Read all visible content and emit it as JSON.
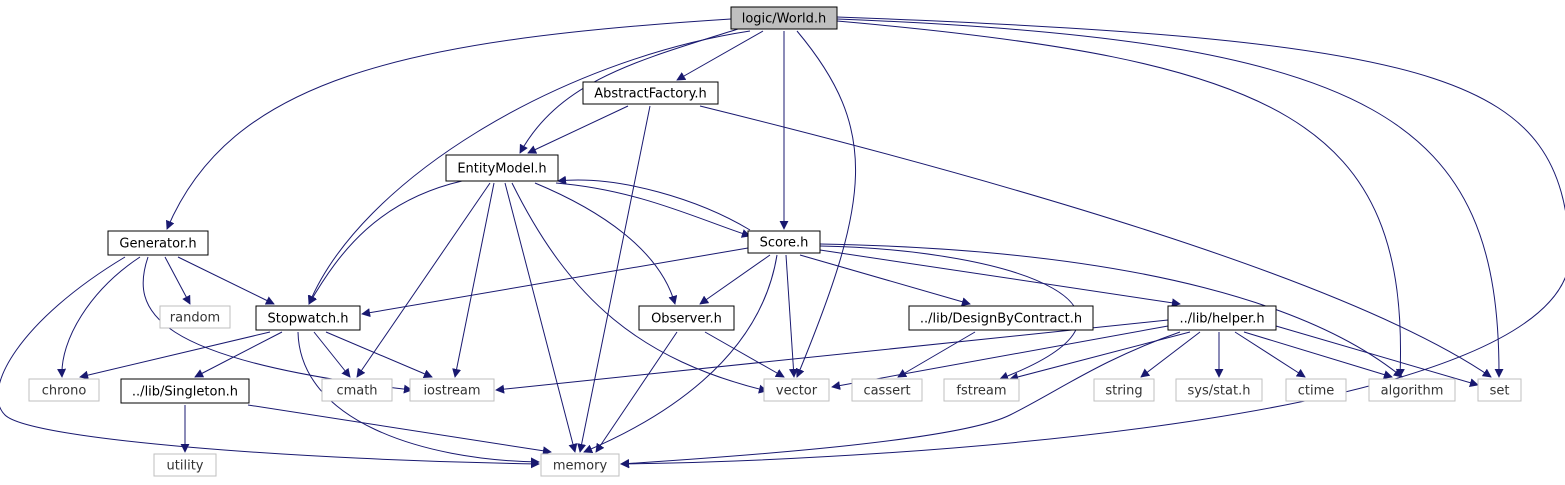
{
  "diagram": {
    "title": "logic/World.h",
    "colors": {
      "edge": "#191970",
      "root_fill": "#bfbfbf",
      "node_border": "#000000",
      "sys_border": "#bfbfbf",
      "text": "#000000"
    },
    "nodes": [
      {
        "id": "world",
        "label": "logic/World.h",
        "kind": "root"
      },
      {
        "id": "abstractfactory",
        "label": "AbstractFactory.h",
        "kind": "local"
      },
      {
        "id": "entitymodel",
        "label": "EntityModel.h",
        "kind": "local"
      },
      {
        "id": "generator",
        "label": "Generator.h",
        "kind": "local"
      },
      {
        "id": "score",
        "label": "Score.h",
        "kind": "local"
      },
      {
        "id": "random",
        "label": "random",
        "kind": "system"
      },
      {
        "id": "stopwatch",
        "label": "Stopwatch.h",
        "kind": "local"
      },
      {
        "id": "observer",
        "label": "Observer.h",
        "kind": "local"
      },
      {
        "id": "dbc",
        "label": "../lib/DesignByContract.h",
        "kind": "local"
      },
      {
        "id": "helper",
        "label": "../lib/helper.h",
        "kind": "local"
      },
      {
        "id": "chrono",
        "label": "chrono",
        "kind": "system"
      },
      {
        "id": "singleton",
        "label": "../lib/Singleton.h",
        "kind": "local"
      },
      {
        "id": "cmath",
        "label": "cmath",
        "kind": "system"
      },
      {
        "id": "iostream",
        "label": "iostream",
        "kind": "system"
      },
      {
        "id": "vector",
        "label": "vector",
        "kind": "system"
      },
      {
        "id": "cassert",
        "label": "cassert",
        "kind": "system"
      },
      {
        "id": "fstream",
        "label": "fstream",
        "kind": "system"
      },
      {
        "id": "string",
        "label": "string",
        "kind": "system"
      },
      {
        "id": "sysstat",
        "label": "sys/stat.h",
        "kind": "system"
      },
      {
        "id": "ctime",
        "label": "ctime",
        "kind": "system"
      },
      {
        "id": "algorithm",
        "label": "algorithm",
        "kind": "system"
      },
      {
        "id": "set",
        "label": "set",
        "kind": "system"
      },
      {
        "id": "utility",
        "label": "utility",
        "kind": "system"
      },
      {
        "id": "memory",
        "label": "memory",
        "kind": "system"
      }
    ],
    "edges": [
      {
        "from": "world",
        "to": "abstractfactory"
      },
      {
        "from": "world",
        "to": "entitymodel"
      },
      {
        "from": "world",
        "to": "generator"
      },
      {
        "from": "world",
        "to": "stopwatch"
      },
      {
        "from": "world",
        "to": "score"
      },
      {
        "from": "world",
        "to": "vector"
      },
      {
        "from": "world",
        "to": "algorithm"
      },
      {
        "from": "world",
        "to": "set"
      },
      {
        "from": "world",
        "to": "memory"
      },
      {
        "from": "abstractfactory",
        "to": "entitymodel"
      },
      {
        "from": "abstractfactory",
        "to": "memory"
      },
      {
        "from": "abstractfactory",
        "to": "set"
      },
      {
        "from": "entitymodel",
        "to": "score"
      },
      {
        "from": "entitymodel",
        "to": "stopwatch"
      },
      {
        "from": "entitymodel",
        "to": "cmath"
      },
      {
        "from": "entitymodel",
        "to": "iostream"
      },
      {
        "from": "entitymodel",
        "to": "memory"
      },
      {
        "from": "entitymodel",
        "to": "vector"
      },
      {
        "from": "entitymodel",
        "to": "observer"
      },
      {
        "from": "score",
        "to": "entitymodel"
      },
      {
        "from": "score",
        "to": "stopwatch"
      },
      {
        "from": "score",
        "to": "observer"
      },
      {
        "from": "score",
        "to": "memory"
      },
      {
        "from": "score",
        "to": "vector"
      },
      {
        "from": "score",
        "to": "dbc"
      },
      {
        "from": "score",
        "to": "helper"
      },
      {
        "from": "score",
        "to": "fstream"
      },
      {
        "from": "score",
        "to": "algorithm"
      },
      {
        "from": "generator",
        "to": "random"
      },
      {
        "from": "generator",
        "to": "stopwatch"
      },
      {
        "from": "generator",
        "to": "chrono"
      },
      {
        "from": "generator",
        "to": "iostream"
      },
      {
        "from": "generator",
        "to": "memory"
      },
      {
        "from": "stopwatch",
        "to": "chrono"
      },
      {
        "from": "stopwatch",
        "to": "singleton"
      },
      {
        "from": "stopwatch",
        "to": "cmath"
      },
      {
        "from": "stopwatch",
        "to": "iostream"
      },
      {
        "from": "stopwatch",
        "to": "memory"
      },
      {
        "from": "singleton",
        "to": "utility"
      },
      {
        "from": "singleton",
        "to": "memory"
      },
      {
        "from": "observer",
        "to": "vector"
      },
      {
        "from": "observer",
        "to": "memory"
      },
      {
        "from": "dbc",
        "to": "cassert"
      },
      {
        "from": "helper",
        "to": "iostream"
      },
      {
        "from": "helper",
        "to": "vector"
      },
      {
        "from": "helper",
        "to": "fstream"
      },
      {
        "from": "helper",
        "to": "string"
      },
      {
        "from": "helper",
        "to": "sysstat"
      },
      {
        "from": "helper",
        "to": "ctime"
      },
      {
        "from": "helper",
        "to": "algorithm"
      },
      {
        "from": "helper",
        "to": "set"
      },
      {
        "from": "helper",
        "to": "memory"
      }
    ]
  }
}
